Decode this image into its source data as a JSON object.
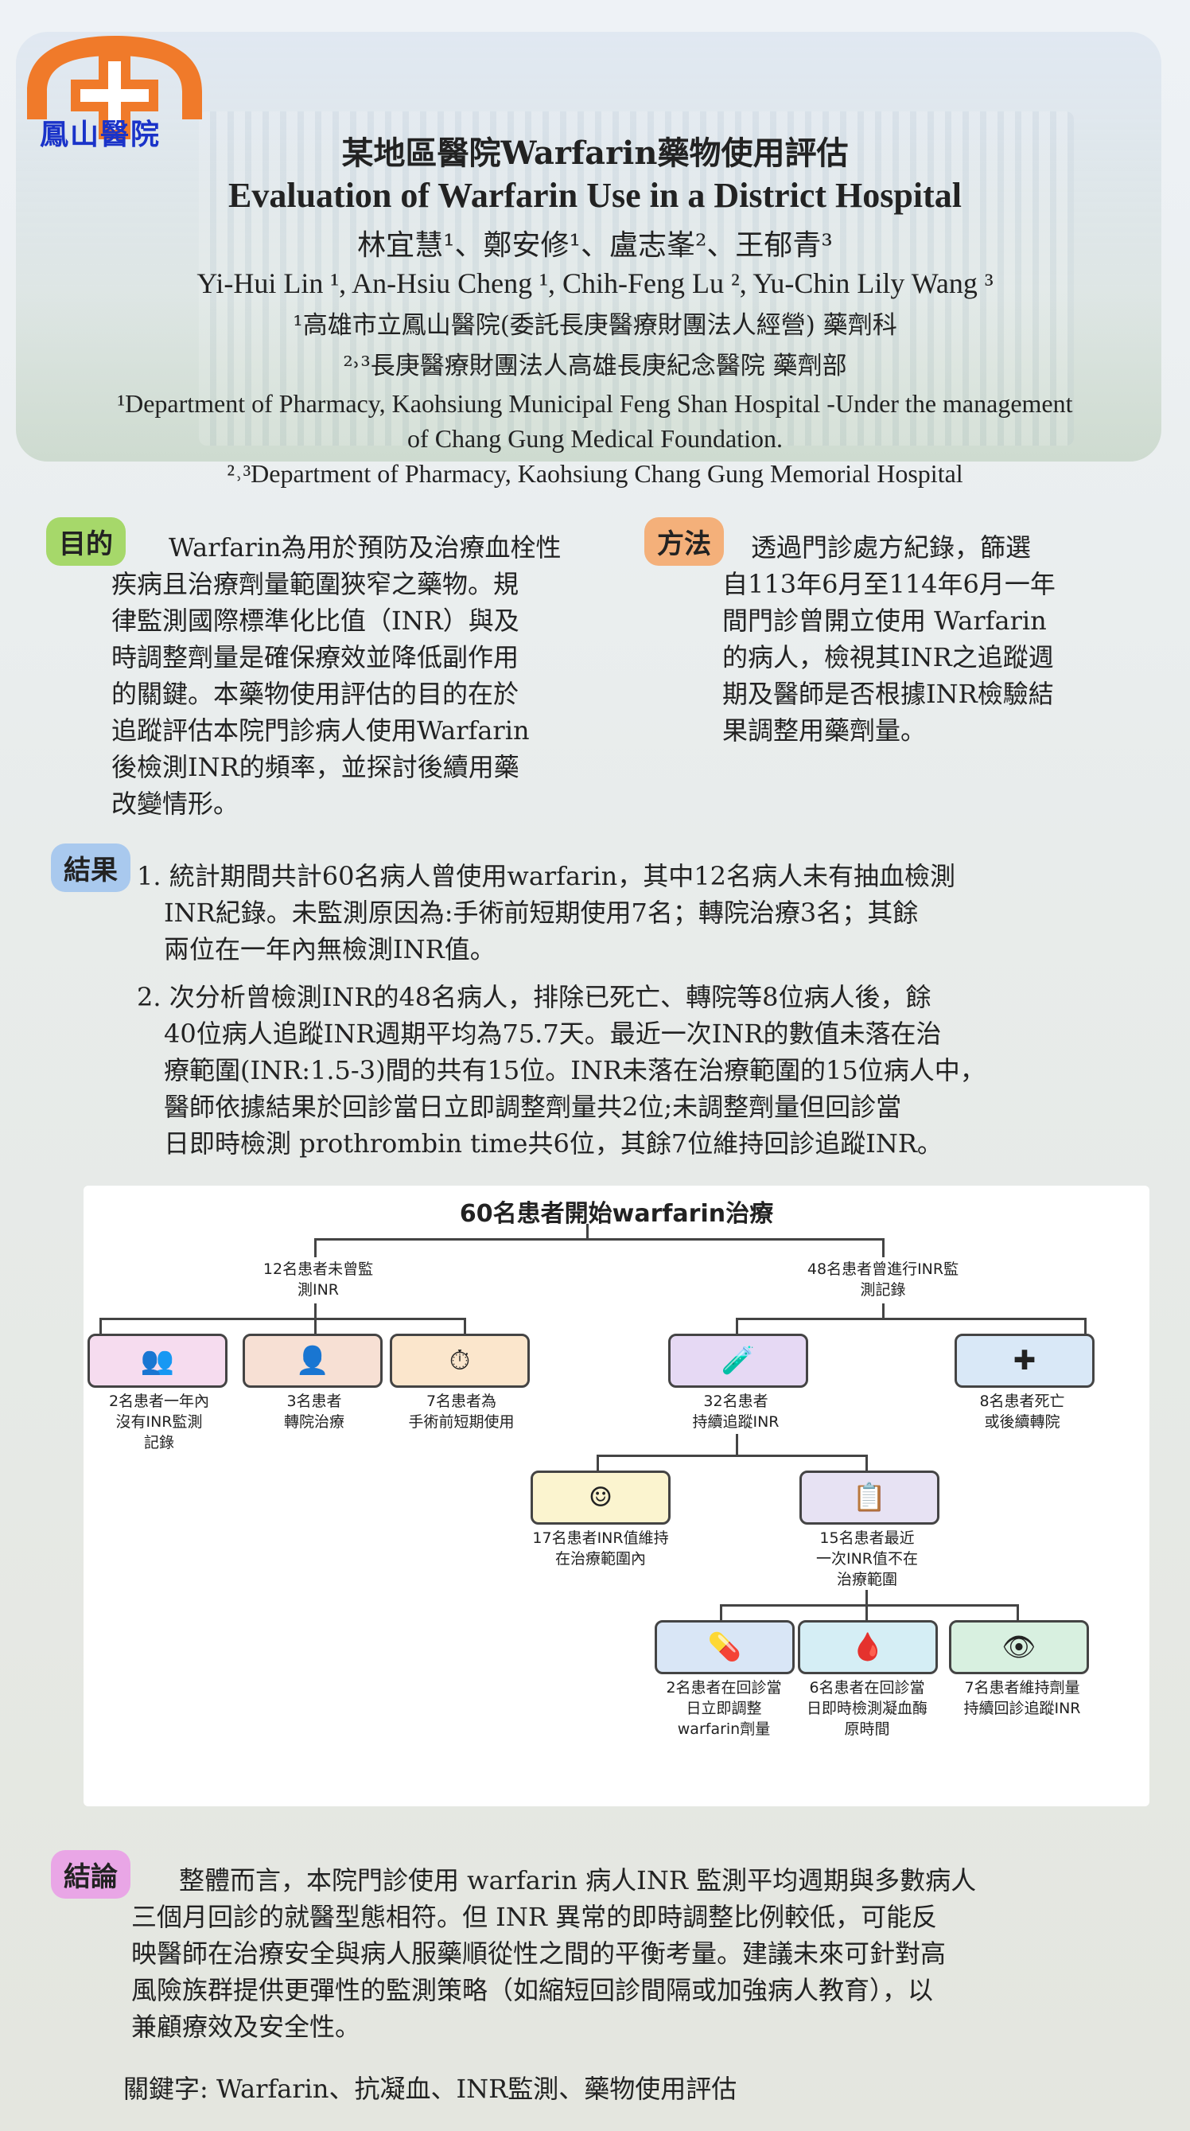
{
  "logo": {
    "text": "鳳山醫院"
  },
  "header": {
    "title_zh": "某地區醫院Warfarin藥物使用評估",
    "title_en": "Evaluation of Warfarin Use in a District Hospital",
    "authors_zh": "林宜慧¹、鄭安修¹、盧志峯²、王郁青³",
    "authors_en": "Yi-Hui Lin ¹, An-Hsiu Cheng ¹, Chih-Feng Lu ², Yu-Chin Lily Wang ³",
    "aff1_zh": "¹高雄市立鳳山醫院(委託長庚醫療財團法人經營) 藥劑科",
    "aff2_zh": "²˒³長庚醫療財團法人高雄長庚紀念醫院 藥劑部",
    "aff1_en_line1": "¹Department of Pharmacy, Kaohsiung Municipal Feng Shan Hospital -Under the management",
    "aff1_en_line2": "of Chang Gung Medical Foundation.",
    "aff2_en": "²˒³Department of Pharmacy, Kaohsiung Chang Gung Memorial Hospital"
  },
  "purpose": {
    "label": "目的",
    "lines": [
      "Warfarin為用於預防及治療血栓性",
      "疾病且治療劑量範圍狹窄之藥物。規",
      "律監測國際標準化比值（INR）與及",
      "時調整劑量是確保療效並降低副作用",
      "的關鍵。本藥物使用評估的目的在於",
      "追蹤評估本院門診病人使用Warfarin",
      "後檢測INR的頻率，並探討後續用藥",
      "改變情形。"
    ]
  },
  "method": {
    "label": "方法",
    "lines": [
      "透過門診處方紀錄，篩選",
      "自113年6月至114年6月一年",
      "間門診曾開立使用 Warfarin",
      "的病人，檢視其INR之追蹤週",
      "期及醫師是否根據INR檢驗結",
      "果調整用藥劑量。"
    ]
  },
  "results": {
    "label": "結果",
    "item1": [
      "1. 統計期間共計60名病人曾使用warfarin，其中12名病人未有抽血檢測",
      "INR紀錄。未監測原因為:手術前短期使用7名；轉院治療3名；其餘",
      "兩位在一年內無檢測INR值。"
    ],
    "item2": [
      "2. 次分析曾檢測INR的48名病人，排除已死亡、轉院等8位病人後，餘",
      "40位病人追蹤INR週期平均為75.7天。最近一次INR的數值未落在治",
      "療範圍(INR:1.5-3)間的共有15位。INR未落在治療範圍的15位病人中，",
      "醫師依據結果於回診當日立即調整劑量共2位;未調整劑量但回診當",
      "日即時檢測 prothrombin time共6位，其餘7位維持回診追蹤INR。"
    ]
  },
  "flowchart": {
    "title": "60名患者開始warfarin治療",
    "n12": [
      "12名患者未曾監",
      "測INR"
    ],
    "n48": [
      "48名患者曾進行INR監",
      "測記錄"
    ],
    "n2": [
      "2名患者一年內",
      "沒有INR監測",
      "記錄"
    ],
    "n3": [
      "3名患者",
      "轉院治療"
    ],
    "n7": [
      "7名患者為",
      "手術前短期使用"
    ],
    "n32": [
      "32名患者",
      "持續追蹤INR"
    ],
    "n8": [
      "8名患者死亡",
      "或後續轉院"
    ],
    "n17": [
      "17名患者INR值維持",
      "在治療範圍內"
    ],
    "n15": [
      "15名患者最近",
      "一次INR值不在",
      "治療範圍"
    ],
    "n2b": [
      "2名患者在回診當",
      "日立即調整",
      "warfarin劑量"
    ],
    "n6": [
      "6名患者在回診當",
      "日即時檢測凝血酶",
      "原時間"
    ],
    "n7b": [
      "7名患者維持劑量",
      "持續回診追蹤INR"
    ]
  },
  "conclusion": {
    "label": "結論",
    "lines": [
      "整體而言，本院門診使用 warfarin 病人INR 監測平均週期與多數病人",
      "三個月回診的就醫型態相符。但 INR 異常的即時調整比例較低，可能反",
      "映醫師在治療安全與病人服藥順從性之間的平衡考量。建議未來可針對高",
      "風險族群提供更彈性的監測策略（如縮短回診間隔或加強病人教育），以",
      "兼顧療效及安全性。"
    ]
  },
  "keywords": "關鍵字:  Warfarin、抗凝血、INR監測、藥物使用評估",
  "colors": {
    "logo_orange": "#f07a2a",
    "logo_blue": "#1a33c9",
    "purpose_badge": "#a6d86a",
    "method_badge": "#f4b07a",
    "results_badge": "#a9c9ee",
    "conclusion_badge": "#e9a6e6"
  }
}
